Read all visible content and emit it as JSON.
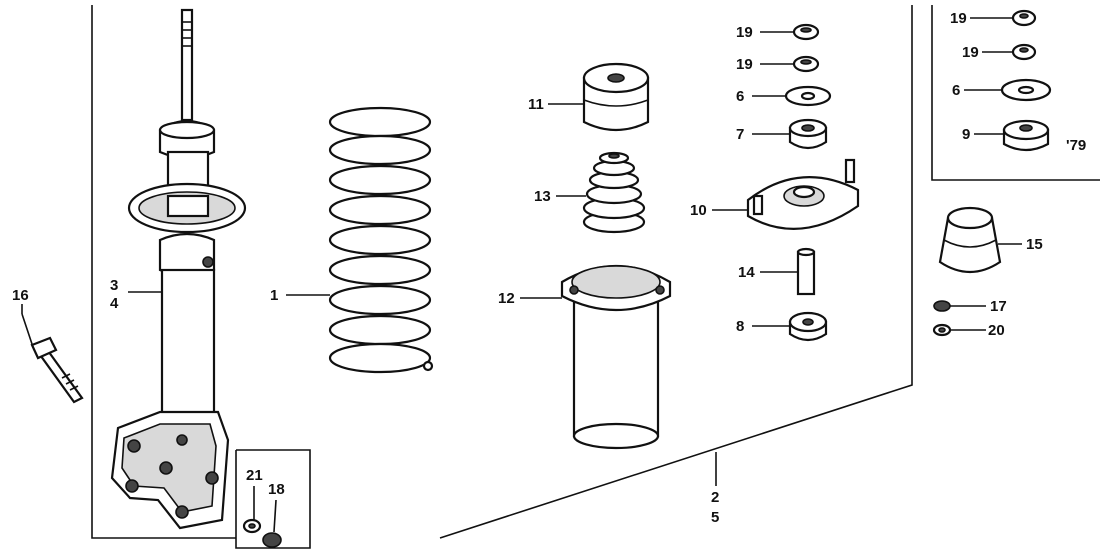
{
  "diagram": {
    "title": "",
    "inset_note": "'79",
    "callouts": {
      "c1": "1",
      "c2": "2",
      "c3": "3",
      "c4": "4",
      "c5": "5",
      "c6": "6",
      "c6b": "6",
      "c7": "7",
      "c8": "8",
      "c9": "9",
      "c10": "10",
      "c11": "11",
      "c12": "12",
      "c13": "13",
      "c14": "14",
      "c15": "15",
      "c16": "16",
      "c17": "17",
      "c18": "18",
      "c19a": "19",
      "c19b": "19",
      "c19c": "19",
      "c19d": "19",
      "c20": "20",
      "c21": "21"
    }
  },
  "colors": {
    "ink": "#111111",
    "paper": "#ffffff",
    "shade": "#d9d9d9"
  }
}
